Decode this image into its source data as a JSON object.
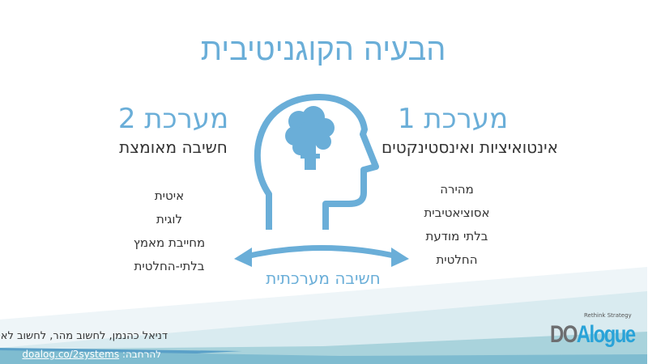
{
  "title": "הבעיה הקוגניטיבית",
  "system2": {
    "heading": "מערכת 2",
    "subtitle": "חשיבה מאומצת",
    "traits": [
      "איטית",
      "לוגית",
      "מחייבת מאמץ",
      "בלתי-החלטית"
    ]
  },
  "system1": {
    "heading": "מערכת 1",
    "subtitle": "אינטואיציות ואינסטינקטים",
    "traits": [
      "מהירה",
      "אסוציאטיבית",
      "בלתי מודעת",
      "החלטית"
    ]
  },
  "arrow_label": "חשיבה מערכתית",
  "footer": {
    "credit": "דניאל כהנמן, לחשוב מהר, לחשוב לאט",
    "more_label": "להרחבה:",
    "link": "doalog.co/2systems"
  },
  "logo": {
    "text": "DOAlogue",
    "tagline": "Rethink Strategy"
  },
  "colors": {
    "accent": "#6aaed8",
    "logo_gray": "#6d6e70",
    "logo_blue": "#29a3d8"
  }
}
